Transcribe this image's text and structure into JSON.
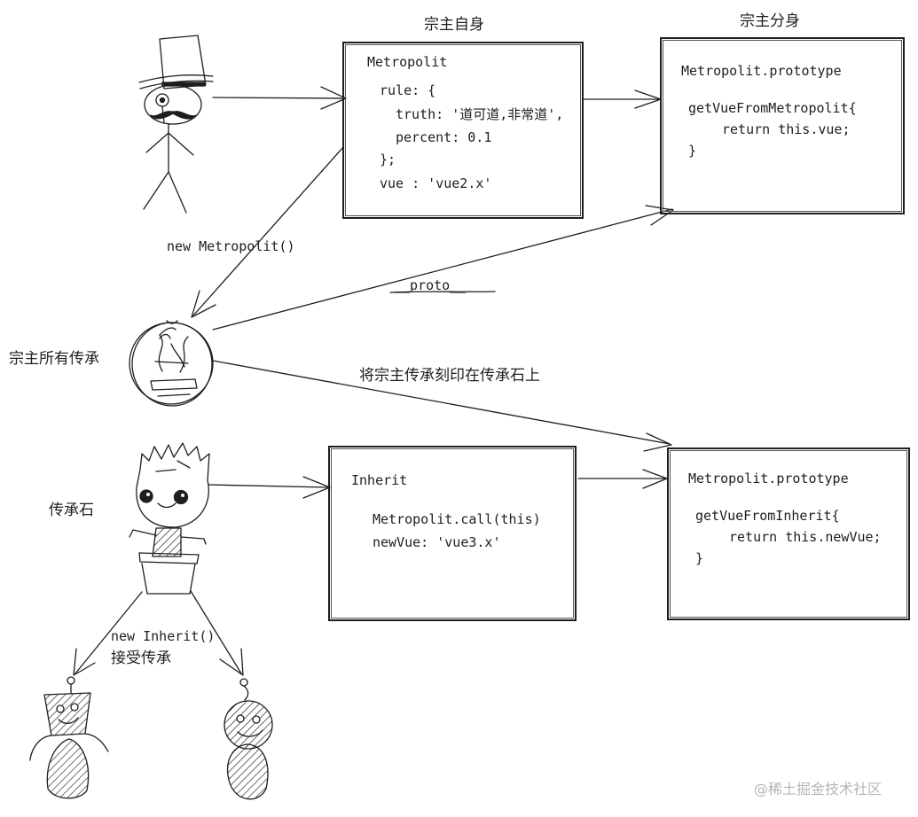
{
  "labels": {
    "self_title": "宗主自身",
    "clone_title": "宗主分身",
    "new_metropolit": "new Metropolit()",
    "proto": "__proto__",
    "all_inherit": "宗主所有传承",
    "imprint": "将宗主传承刻印在传承石上",
    "stone": "传承石",
    "new_inherit": "new Inherit()",
    "accept": "接受传承"
  },
  "boxes": {
    "metropolit": {
      "lines": [
        "Metropolit",
        "rule: {",
        "truth: '道可道,非常道',",
        "percent: 0.1",
        "};",
        "vue : 'vue2.x'"
      ]
    },
    "metropolit_proto": {
      "lines": [
        "Metropolit.prototype",
        "getVueFromMetropolit{",
        "return this.vue;",
        "}"
      ]
    },
    "inherit": {
      "lines": [
        "Inherit",
        "Metropolit.call(this)",
        "newVue: 'vue3.x'"
      ]
    },
    "inherit_proto": {
      "lines": [
        "Metropolit.prototype",
        "getVueFromInherit{",
        "return this.newVue;",
        "}"
      ]
    }
  },
  "icons": [
    "top-hat-stick-figure-icon",
    "inheritance-stone-icon",
    "groot-figure-icon",
    "square-head-child-icon",
    "round-head-child-icon"
  ],
  "watermark": "@稀土掘金技术社区"
}
